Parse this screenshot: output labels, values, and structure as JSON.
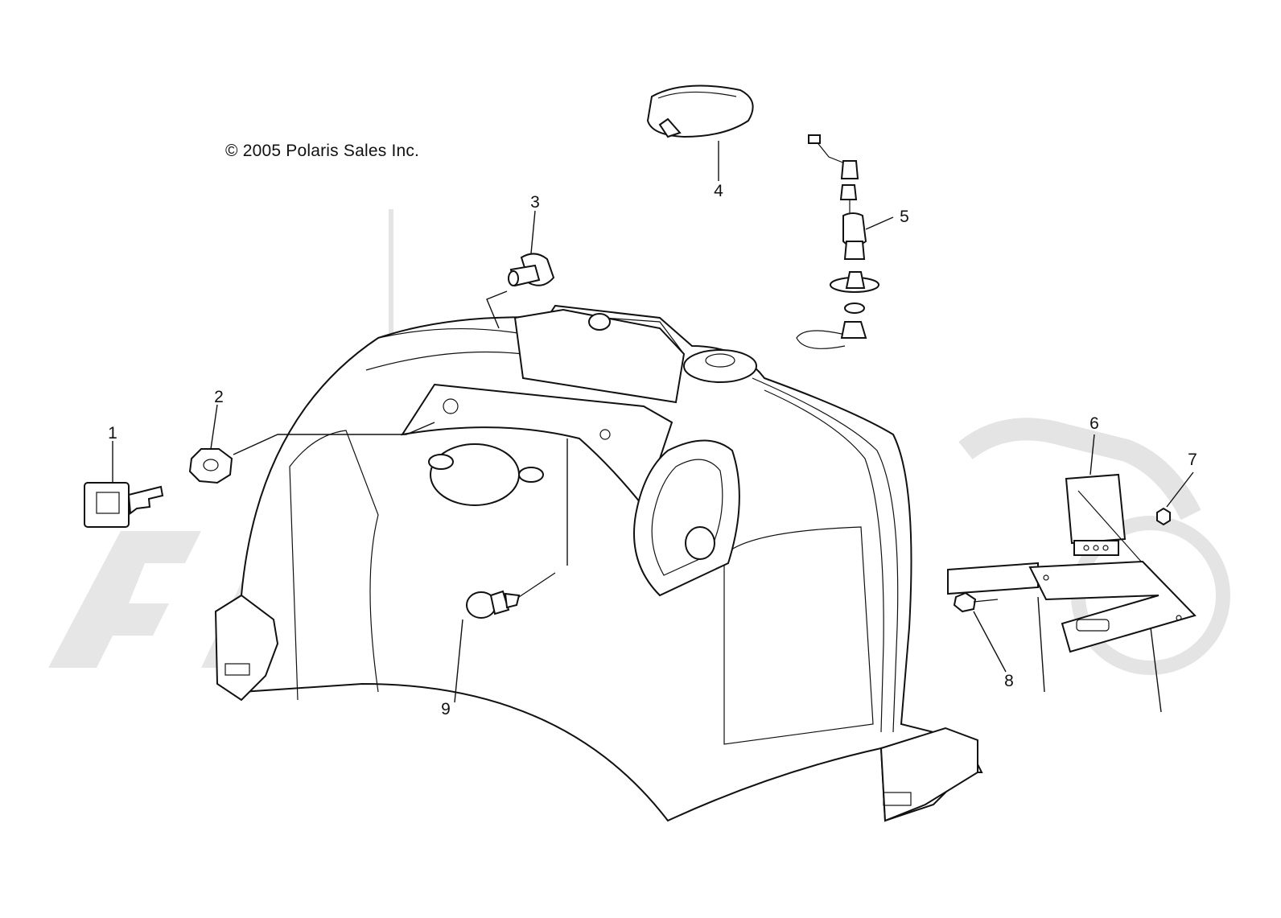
{
  "copyright": "© 2005 Polaris Sales Inc.",
  "callouts": [
    "1",
    "2",
    "3",
    "4",
    "5",
    "6",
    "7",
    "8",
    "9"
  ],
  "colors": {
    "line": "#111111",
    "watermark": "#e6e6e6",
    "background": "#ffffff"
  }
}
